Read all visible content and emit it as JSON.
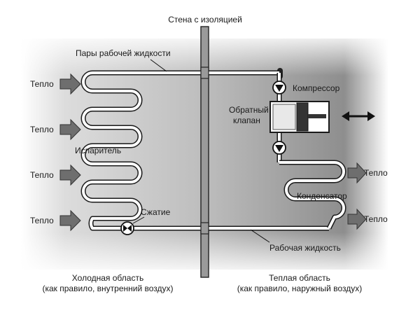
{
  "labels": {
    "wall": "Стена с изоляцией",
    "vapor": "Пары рабочей жидкости",
    "compressor": "Компрессор",
    "check_valve_line1": "Обратный",
    "check_valve_line2": "клапан",
    "evaporator": "Испаритель",
    "condenser": "Конденсатор",
    "expansion": "Сжатие",
    "liquid": "Рабочая жидкость",
    "cold_line1": "Холодная область",
    "cold_line2": "(как правило, внутренний воздух)",
    "warm_line1": "Теплая область",
    "warm_line2": "(как правило, наружный воздух)"
  },
  "heat_in": [
    "Тепло",
    "Тепло",
    "Тепло",
    "Тепло"
  ],
  "heat_out": [
    "Тепло",
    "Тепло"
  ],
  "icons": [
    "heat-arrow-icon",
    "check-valve-icon",
    "expansion-valve-icon",
    "double-arrow-icon",
    "piston-icon"
  ],
  "colors": {
    "cold_zone": "#d8d8d8",
    "warm_zone": "#8c8c8c",
    "pipe": "#ffffff",
    "wall": "#9a9a9a",
    "arrow": "#6e6e6e"
  }
}
